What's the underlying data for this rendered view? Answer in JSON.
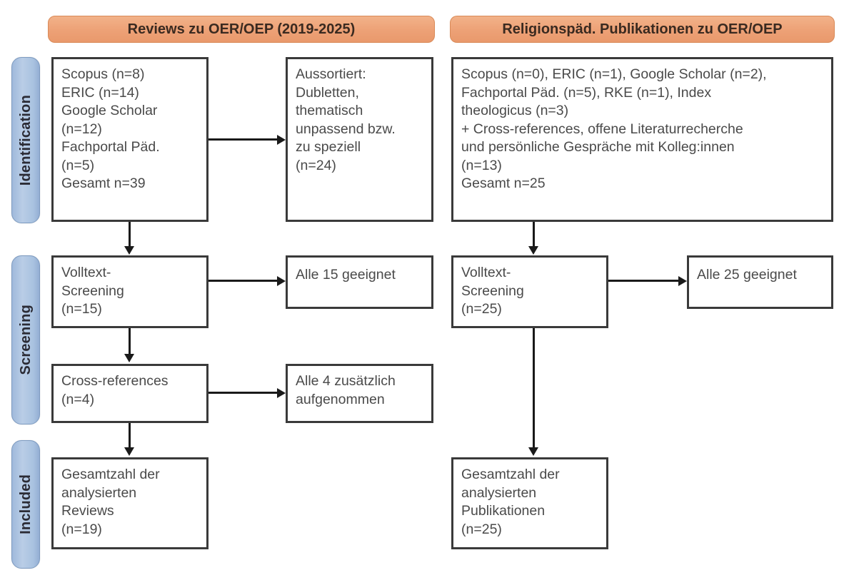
{
  "figure": {
    "type": "prisma-flow-diagram",
    "accent_orange": "#eda176",
    "accent_blue": "#a9c2e0",
    "box_border": "#3a3a3a"
  },
  "stages": [
    {
      "id": "identification",
      "label": "Identification"
    },
    {
      "id": "screening",
      "label": "Screening"
    },
    {
      "id": "included",
      "label": "Included"
    }
  ],
  "columns": [
    {
      "id": "reviews",
      "header": "Reviews zu OER/OEP (2019-2025)"
    },
    {
      "id": "religionspaed",
      "header": "Religionspäd. Publikationen zu OER/OEP"
    }
  ],
  "boxes": {
    "left_identification": "Scopus (n=8)\nERIC (n=14)\nGoogle Scholar\n(n=12)\nFachportal Päd.\n(n=5)\nGesamt n=39",
    "left_excluded": "Aussortiert:\nDubletten,\nthematisch\nunpassend bzw.\nzu speziell\n(n=24)",
    "left_screening": "Volltext-\nScreening\n(n=15)",
    "left_screening_out": "Alle 15 geeignet",
    "left_crossrefs": "Cross-references\n(n=4)",
    "left_crossrefs_out": "Alle 4 zusätzlich\naufgenommen",
    "left_included": "Gesamtzahl der\nanalysierten\nReviews\n(n=19)",
    "right_identification": "Scopus (n=0), ERIC (n=1), Google Scholar (n=2),\nFachportal Päd. (n=5), RKE (n=1), Index\ntheologicus (n=3)\n+ Cross-references, offene Literaturrecherche\nund persönliche Gespräche mit Kolleg:innen\n(n=13)\nGesamt n=25",
    "right_screening": "Volltext-\nScreening\n(n=25)",
    "right_screening_out": "Alle 25 geeignet",
    "right_included": "Gesamtzahl der\nanalysierten\nPublikationen\n(n=25)"
  },
  "counts": {
    "left_scopus": 8,
    "left_eric": 14,
    "left_google_scholar": 12,
    "left_fachportal": 5,
    "left_total_identified": 39,
    "left_excluded": 24,
    "left_fulltext_screened": 15,
    "left_crossrefs": 4,
    "left_included": 19,
    "right_scopus": 0,
    "right_eric": 1,
    "right_google_scholar": 2,
    "right_fachportal": 5,
    "right_rke": 1,
    "right_index_theologicus": 3,
    "right_other_sources": 13,
    "right_total_identified": 25,
    "right_fulltext_screened": 25,
    "right_included": 25
  }
}
